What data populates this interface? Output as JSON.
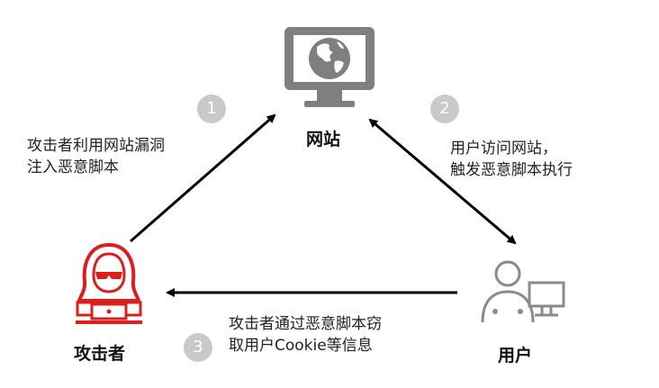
{
  "nodes": {
    "website": {
      "label": "网站"
    },
    "attacker": {
      "label": "攻击者"
    },
    "user": {
      "label": "用户"
    }
  },
  "steps": [
    {
      "number": "1",
      "line1": "攻击者利用网站漏洞",
      "line2": "注入恶意脚本"
    },
    {
      "number": "2",
      "line1": "用户访问网站，",
      "line2": "触发恶意脚本执行"
    },
    {
      "number": "3",
      "line1": "攻击者通过恶意脚本窃",
      "line2": "取用户Cookie等信息"
    }
  ],
  "colors": {
    "attacker": "#d9201f",
    "website": "#7f7f7f",
    "user": "#8a8a8a",
    "step_badge": "#c9c9c9",
    "arrow": "#000000"
  },
  "icons": {
    "website": "monitor-globe-icon",
    "attacker": "hooded-hacker-laptop-icon",
    "user": "user-computer-icon"
  }
}
